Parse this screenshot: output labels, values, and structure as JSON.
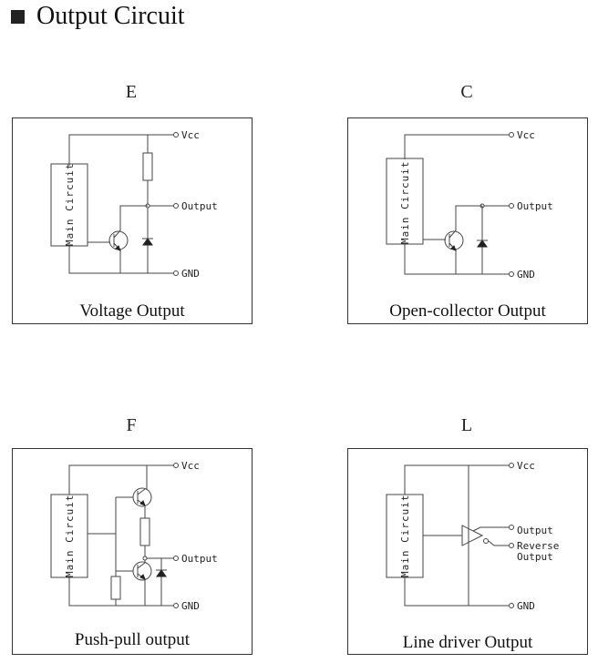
{
  "header": {
    "title": "Output Circuit"
  },
  "panels": [
    {
      "letter": "E",
      "caption": "Voltage Output",
      "block_label": "Main Circuit",
      "labels": {
        "vcc": "Vcc",
        "output": "Output",
        "gnd": "GND"
      }
    },
    {
      "letter": "C",
      "caption": "Open-collector Output",
      "block_label": "Main Circuit",
      "labels": {
        "vcc": "Vcc",
        "output": "Output",
        "gnd": "GND"
      }
    },
    {
      "letter": "F",
      "caption": "Push-pull output",
      "block_label": "Main Circuit",
      "labels": {
        "vcc": "Vcc",
        "output": "Output",
        "gnd": "GND"
      }
    },
    {
      "letter": "L",
      "caption": "Line driver Output",
      "block_label": "Main Circuit",
      "labels": {
        "vcc": "Vcc",
        "output": "Output",
        "reverse_output_1": "Reverse",
        "reverse_output_2": "Output",
        "gnd": "GND"
      }
    }
  ]
}
